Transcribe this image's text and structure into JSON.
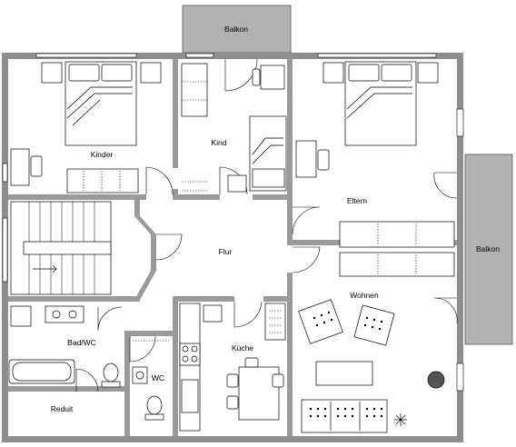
{
  "rooms": {
    "balkon_top": "Balkon",
    "kinder": "Kinder",
    "kind": "Kind",
    "eltern": "Eltern",
    "balkon_right": "Balkon",
    "flur": "Flur",
    "wohnen": "Wohnen",
    "bad": "Bad/WC",
    "wc": "WC",
    "kueche": "Küche",
    "reduit": "Reduit"
  }
}
